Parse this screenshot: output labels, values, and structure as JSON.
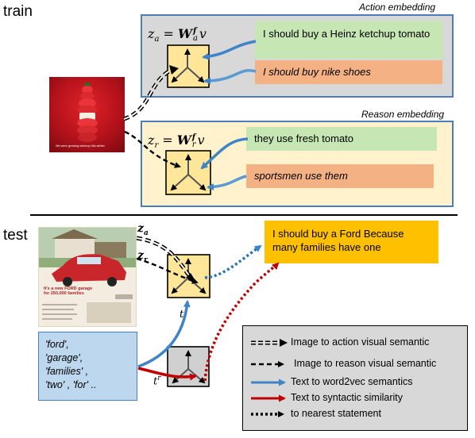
{
  "sections": {
    "train": "train",
    "test": "test"
  },
  "action": {
    "title": "Action embedding",
    "formula": {
      "lhs": "z",
      "lhs_sub": "a",
      "eq": " = ",
      "W": "W",
      "W_sup": "f",
      "W_sub": "a",
      "v": "v"
    },
    "statement_pos": "I should buy a Heinz ketchup tomato",
    "statement_neg": "I should buy nike shoes"
  },
  "reason": {
    "title": "Reason embedding",
    "formula": {
      "lhs": "z",
      "lhs_sub": "r",
      "eq": " = ",
      "W": "W",
      "W_sup": "f",
      "W_sub": "r",
      "v": "v"
    },
    "statement_pos": "they use fresh tomato",
    "statement_neg": "sportsmen use them"
  },
  "ad_caption": "We were growing ketchup this winter.",
  "test": {
    "za": {
      "base": "z",
      "sub": "a"
    },
    "zr": {
      "base": "z",
      "sub": "r"
    },
    "result": "I should buy a Ford Because many  families have one",
    "words": [
      "'ford',",
      "'garage',",
      "'families' ,",
      "'two' , 'for' .."
    ],
    "t_label": "t",
    "tr_label": {
      "base": "t",
      "sup": "r"
    },
    "ford_ad": {
      "headline": "It's a new FORD garage for 250,000 families"
    }
  },
  "legend": [
    {
      "label": "Image to action visual semantic",
      "style": "double-dashed",
      "color": "#000000"
    },
    {
      "label": "Image to reason visual semantic",
      "style": "dashed",
      "color": "#000000"
    },
    {
      "label": "Text to word2vec semantics",
      "style": "solid",
      "color": "#3e84c6"
    },
    {
      "label": "Text to syntactic similarity",
      "style": "solid",
      "color": "#c00000"
    },
    {
      "label": "to  nearest statement",
      "style": "dotted",
      "color": "#000000"
    }
  ],
  "colors": {
    "action_bg": "#d8d8d8",
    "reason_bg": "#fff2cc",
    "panel_border": "#4a7ebb",
    "green": "#c6e7b4",
    "orange": "#f4b183",
    "result_bg": "#ffc000",
    "words_bg": "#bdd7ee",
    "blue_arrow": "#3e84c6",
    "red_arrow": "#c00000",
    "embed_box": "#ffe699",
    "embed_box_gray": "#d0d0d0"
  }
}
